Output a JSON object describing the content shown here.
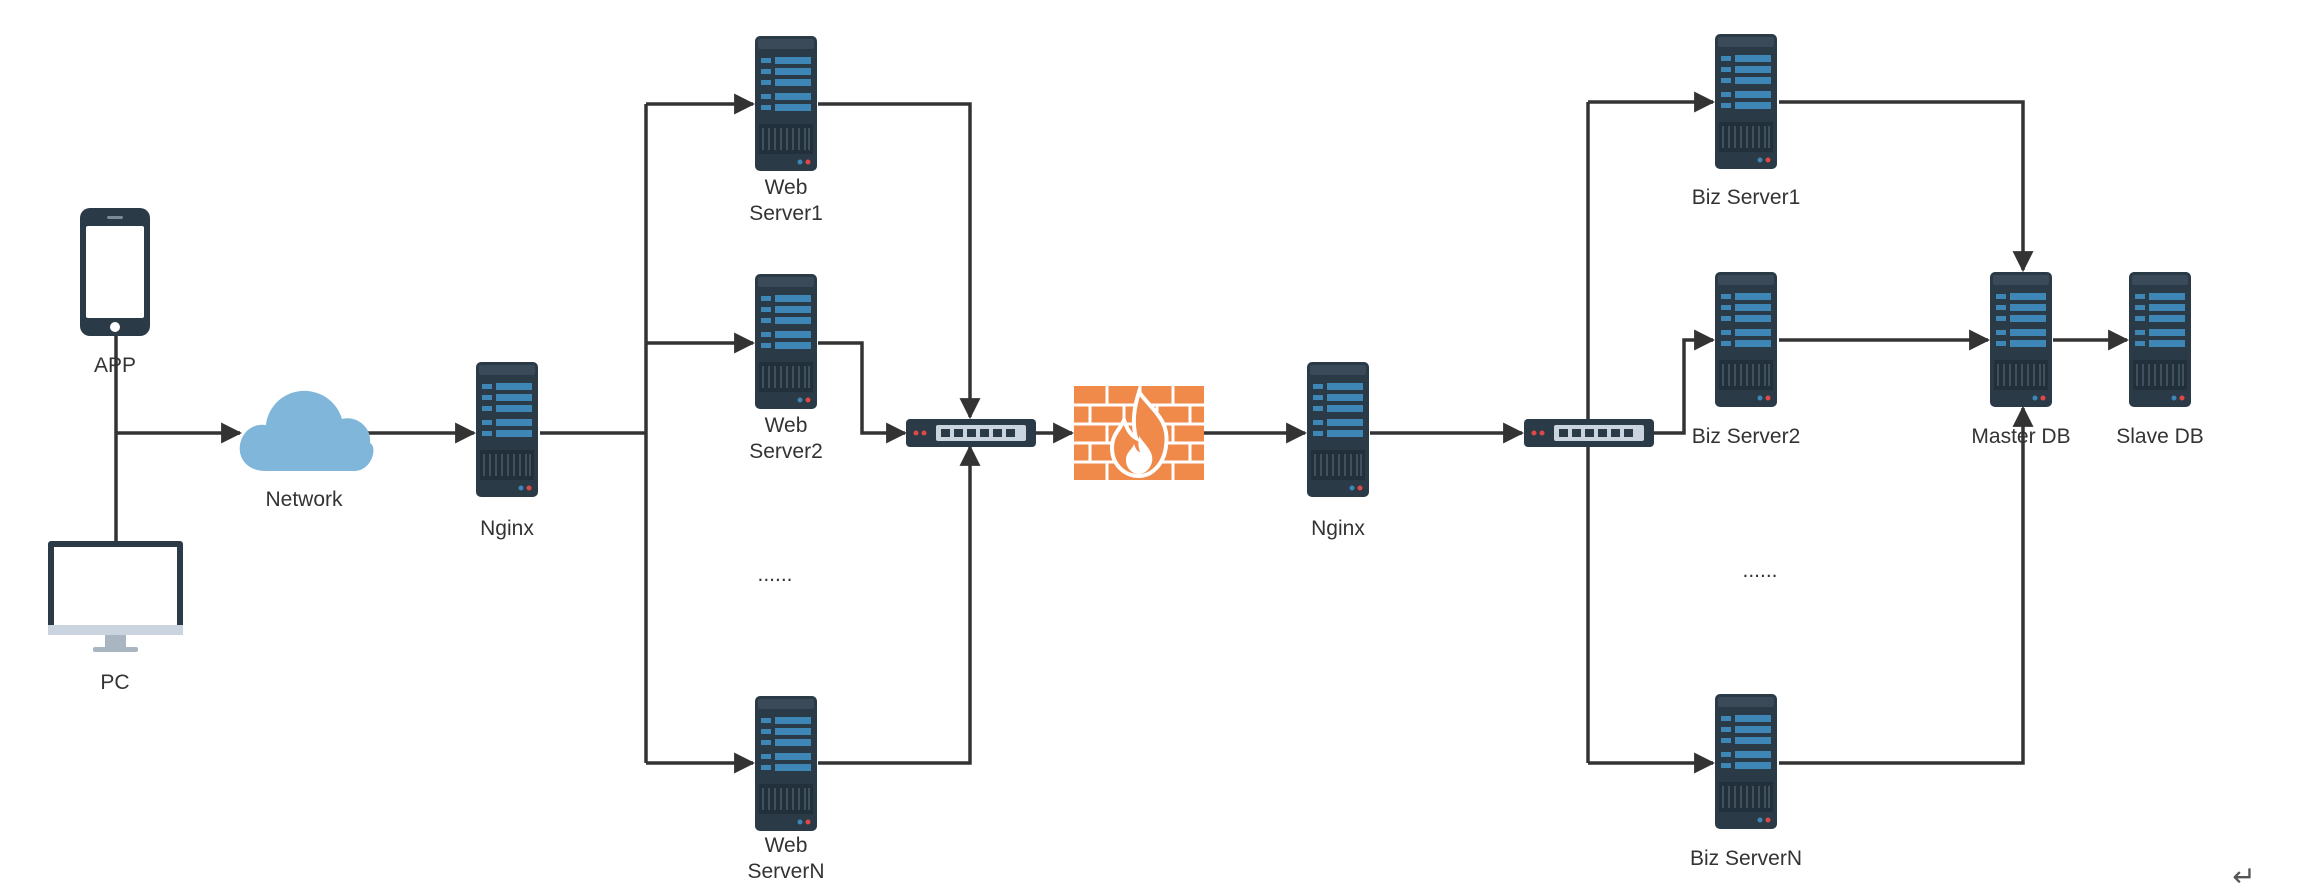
{
  "diagram": {
    "labels": {
      "app": "APP",
      "pc": "PC",
      "network": "Network",
      "nginx1": "Nginx",
      "web1_line1": "Web",
      "web1_line2": "Server1",
      "web2_line1": "Web",
      "web2_line2": "Server2",
      "web_ellipsis": "......",
      "webn_line1": "Web",
      "webn_line2": "ServerN",
      "nginx2": "Nginx",
      "biz1": "Biz Server1",
      "biz2": "Biz Server2",
      "biz_ellipsis": "......",
      "bizn": "Biz ServerN",
      "master_db": "Master DB",
      "slave_db": "Slave DB",
      "return_glyph": "↵"
    },
    "colors": {
      "server_body": "#2b3a47",
      "server_slot": "#3d86b6",
      "cloud": "#7fb6d9",
      "firewall": "#f08a4b",
      "switch_body": "#2b3a47",
      "edge": "#333333"
    },
    "icons": {
      "phone": "phone-icon",
      "monitor": "monitor-icon",
      "cloud": "cloud-icon",
      "server": "server-icon",
      "switch": "switch-icon",
      "firewall": "firewall-icon"
    }
  }
}
